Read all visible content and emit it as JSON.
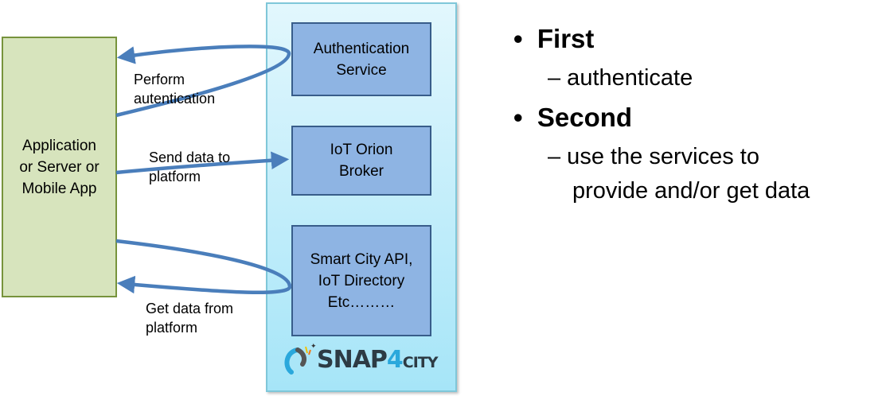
{
  "app_box": {
    "label_lines": [
      "Application",
      "or Server or",
      "Mobile App"
    ]
  },
  "services": [
    {
      "lines": [
        "Authentication",
        "Service"
      ]
    },
    {
      "lines": [
        "IoT Orion",
        "Broker"
      ]
    },
    {
      "lines": [
        "Smart City API,",
        "IoT Directory",
        "Etc………"
      ]
    }
  ],
  "arrows": [
    {
      "lines": [
        "Perform",
        "autentication"
      ]
    },
    {
      "lines": [
        "Send data to",
        "platform"
      ]
    },
    {
      "lines": [
        "Get data from",
        "platform"
      ]
    }
  ],
  "logo": {
    "snap": "SNAP",
    "four": "4",
    "city": "CITY"
  },
  "bullets": [
    {
      "title": "First",
      "subs": [
        "– authenticate"
      ]
    },
    {
      "title": "Second",
      "subs": [
        "– use the services to",
        "provide and/or get data"
      ]
    }
  ],
  "colors": {
    "arrow": "#4a7ebb",
    "service_fill": "#8eb4e3",
    "app_fill": "#d7e4bd"
  }
}
